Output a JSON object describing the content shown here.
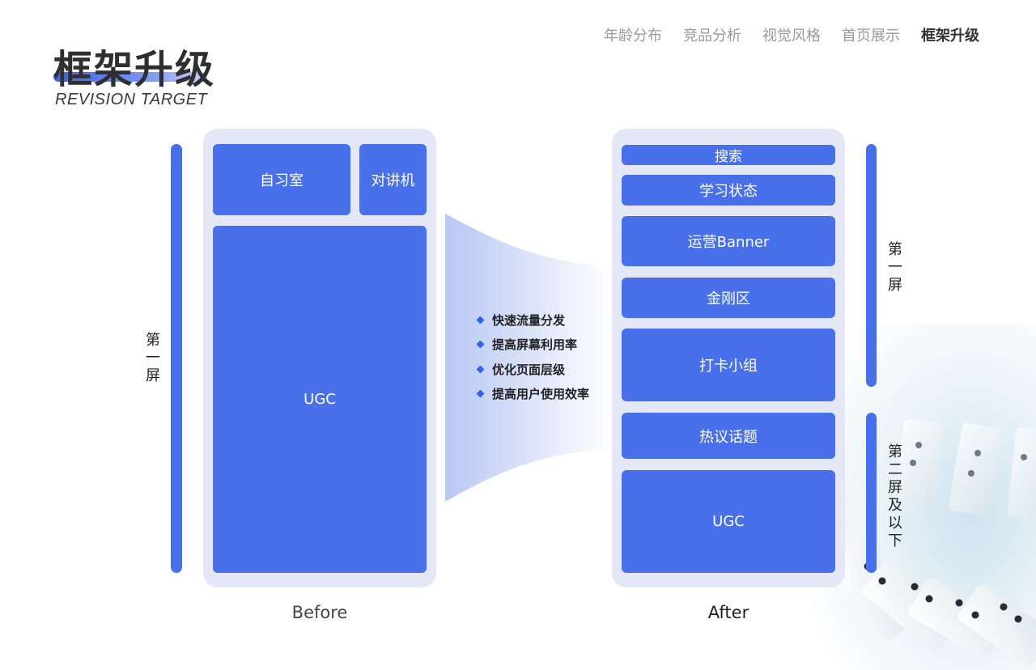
{
  "header": {
    "title": "框架升级",
    "subtitle": "REVISION TARGET"
  },
  "nav": {
    "items": [
      "年龄分布",
      "竞品分析",
      "视觉风格",
      "首页展示",
      "框架升级"
    ],
    "active_index": 4
  },
  "before": {
    "caption": "Before",
    "side_label": "第一屏",
    "blocks": [
      "自习室",
      "对讲机",
      "UGC"
    ]
  },
  "after": {
    "caption": "After",
    "side_label_1": "第一屏",
    "side_label_2": "第二屏及以下",
    "blocks": [
      "搜索",
      "学习状态",
      "运营Banner",
      "金刚区",
      "打卡小组",
      "热议话题",
      "UGC"
    ]
  },
  "benefits": [
    "快速流量分发",
    "提高屏幕利用率",
    "优化页面层级",
    "提高用户使用效率"
  ],
  "colors": {
    "accent": "#4870eb",
    "frame": "#e4e8f6",
    "bullet": "#2f64e8"
  },
  "icons": {
    "bullet": "diamond-icon",
    "decoration": "dominoes-image"
  }
}
